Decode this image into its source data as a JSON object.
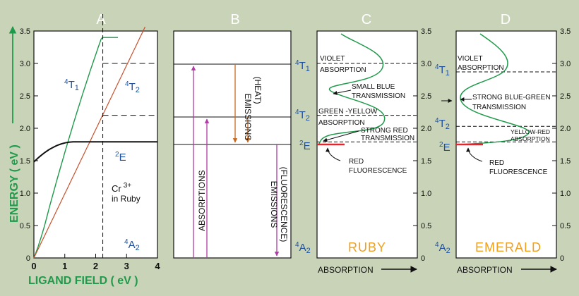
{
  "colors": {
    "background": "#c9d3b8",
    "green": "#1f9a4b",
    "red_line": "#c8502c",
    "panel_label": "#ffffff",
    "term_blue": "#1d4f9c",
    "magenta": "#b23aa6",
    "orange": "#c86a1e",
    "red_mark": "#e3262b",
    "gem_label": "#f0a020",
    "black": "#111111"
  },
  "panel_labels": [
    "A",
    "B",
    "C",
    "D"
  ],
  "panel_a": {
    "y_axis_label": "ENERGY  ( eV )",
    "x_axis_label": "LIGAND FIELD ( eV )",
    "x_ticks": [
      "0",
      "1",
      "2",
      "3",
      "4"
    ],
    "y_ticks": [
      "0",
      "0.5",
      "1.0",
      "1.5",
      "2.0",
      "2.5",
      "3.0",
      "3.5"
    ],
    "term_4T1": {
      "base": "4",
      "sub": "T",
      "idx": "1"
    },
    "term_4T2": {
      "base": "4",
      "sub": "T",
      "idx": "2"
    },
    "term_2E": {
      "base": "2",
      "sub": "E"
    },
    "term_4A2": {
      "base": "4",
      "sub": "A",
      "idx": "2"
    },
    "ion": "Cr",
    "ion_charge": "3+",
    "host": "in Ruby",
    "ruby_field": 2.23,
    "levels_at_ruby_field": [
      1.79,
      2.2,
      3.0
    ]
  },
  "panel_b": {
    "absorptions": "ABSORPTIONS",
    "emissions_heat_1": "EMISSIONS",
    "emissions_heat_2": "(HEAT)",
    "emissions_fl_1": "EMISSIONS",
    "emissions_fl_2": "(FLUORESCENCE)"
  },
  "panel_c": {
    "gem": "RUBY",
    "x_axis": "ABSORPTION",
    "y_ticks": [
      "0",
      "0.5",
      "1.0",
      "1.5",
      "2.0",
      "2.5",
      "3.0",
      "3.5"
    ],
    "levels": {
      "4T1": 3.0,
      "4T2": 2.2,
      "2E": 1.79
    },
    "annotations": {
      "violet_1": "VIOLET",
      "violet_2": "ABSORPTION",
      "blue_1": "SMALL BLUE",
      "blue_2": "TRANSMISSION",
      "gy_1": "GREEN -YELLOW",
      "gy_2": "ABSORPTION",
      "sr_1": "STRONG RED",
      "sr_2": "TRANSMISSION",
      "fl_1": "RED",
      "fl_2": "FLUORESCENCE"
    }
  },
  "panel_d": {
    "gem": "EMERALD",
    "x_axis": "ABSORPTION",
    "y_ticks": [
      "0",
      "0.5",
      "1.0",
      "1.5",
      "2.0",
      "2.5",
      "3.0",
      "3.5"
    ],
    "levels": {
      "4T1": 2.87,
      "4T2": 2.03,
      "2E": 1.79
    },
    "annotations": {
      "violet_1": "VIOLET",
      "violet_2": "ABSORPTION",
      "bg_1": "STRONG BLUE-GREEN",
      "bg_2": "TRANSMISSION",
      "yr_1": "YELLOW-RED",
      "yr_2": "ABSORPTION",
      "fl_1": "RED",
      "fl_2": "FLUORESCENCE"
    }
  }
}
